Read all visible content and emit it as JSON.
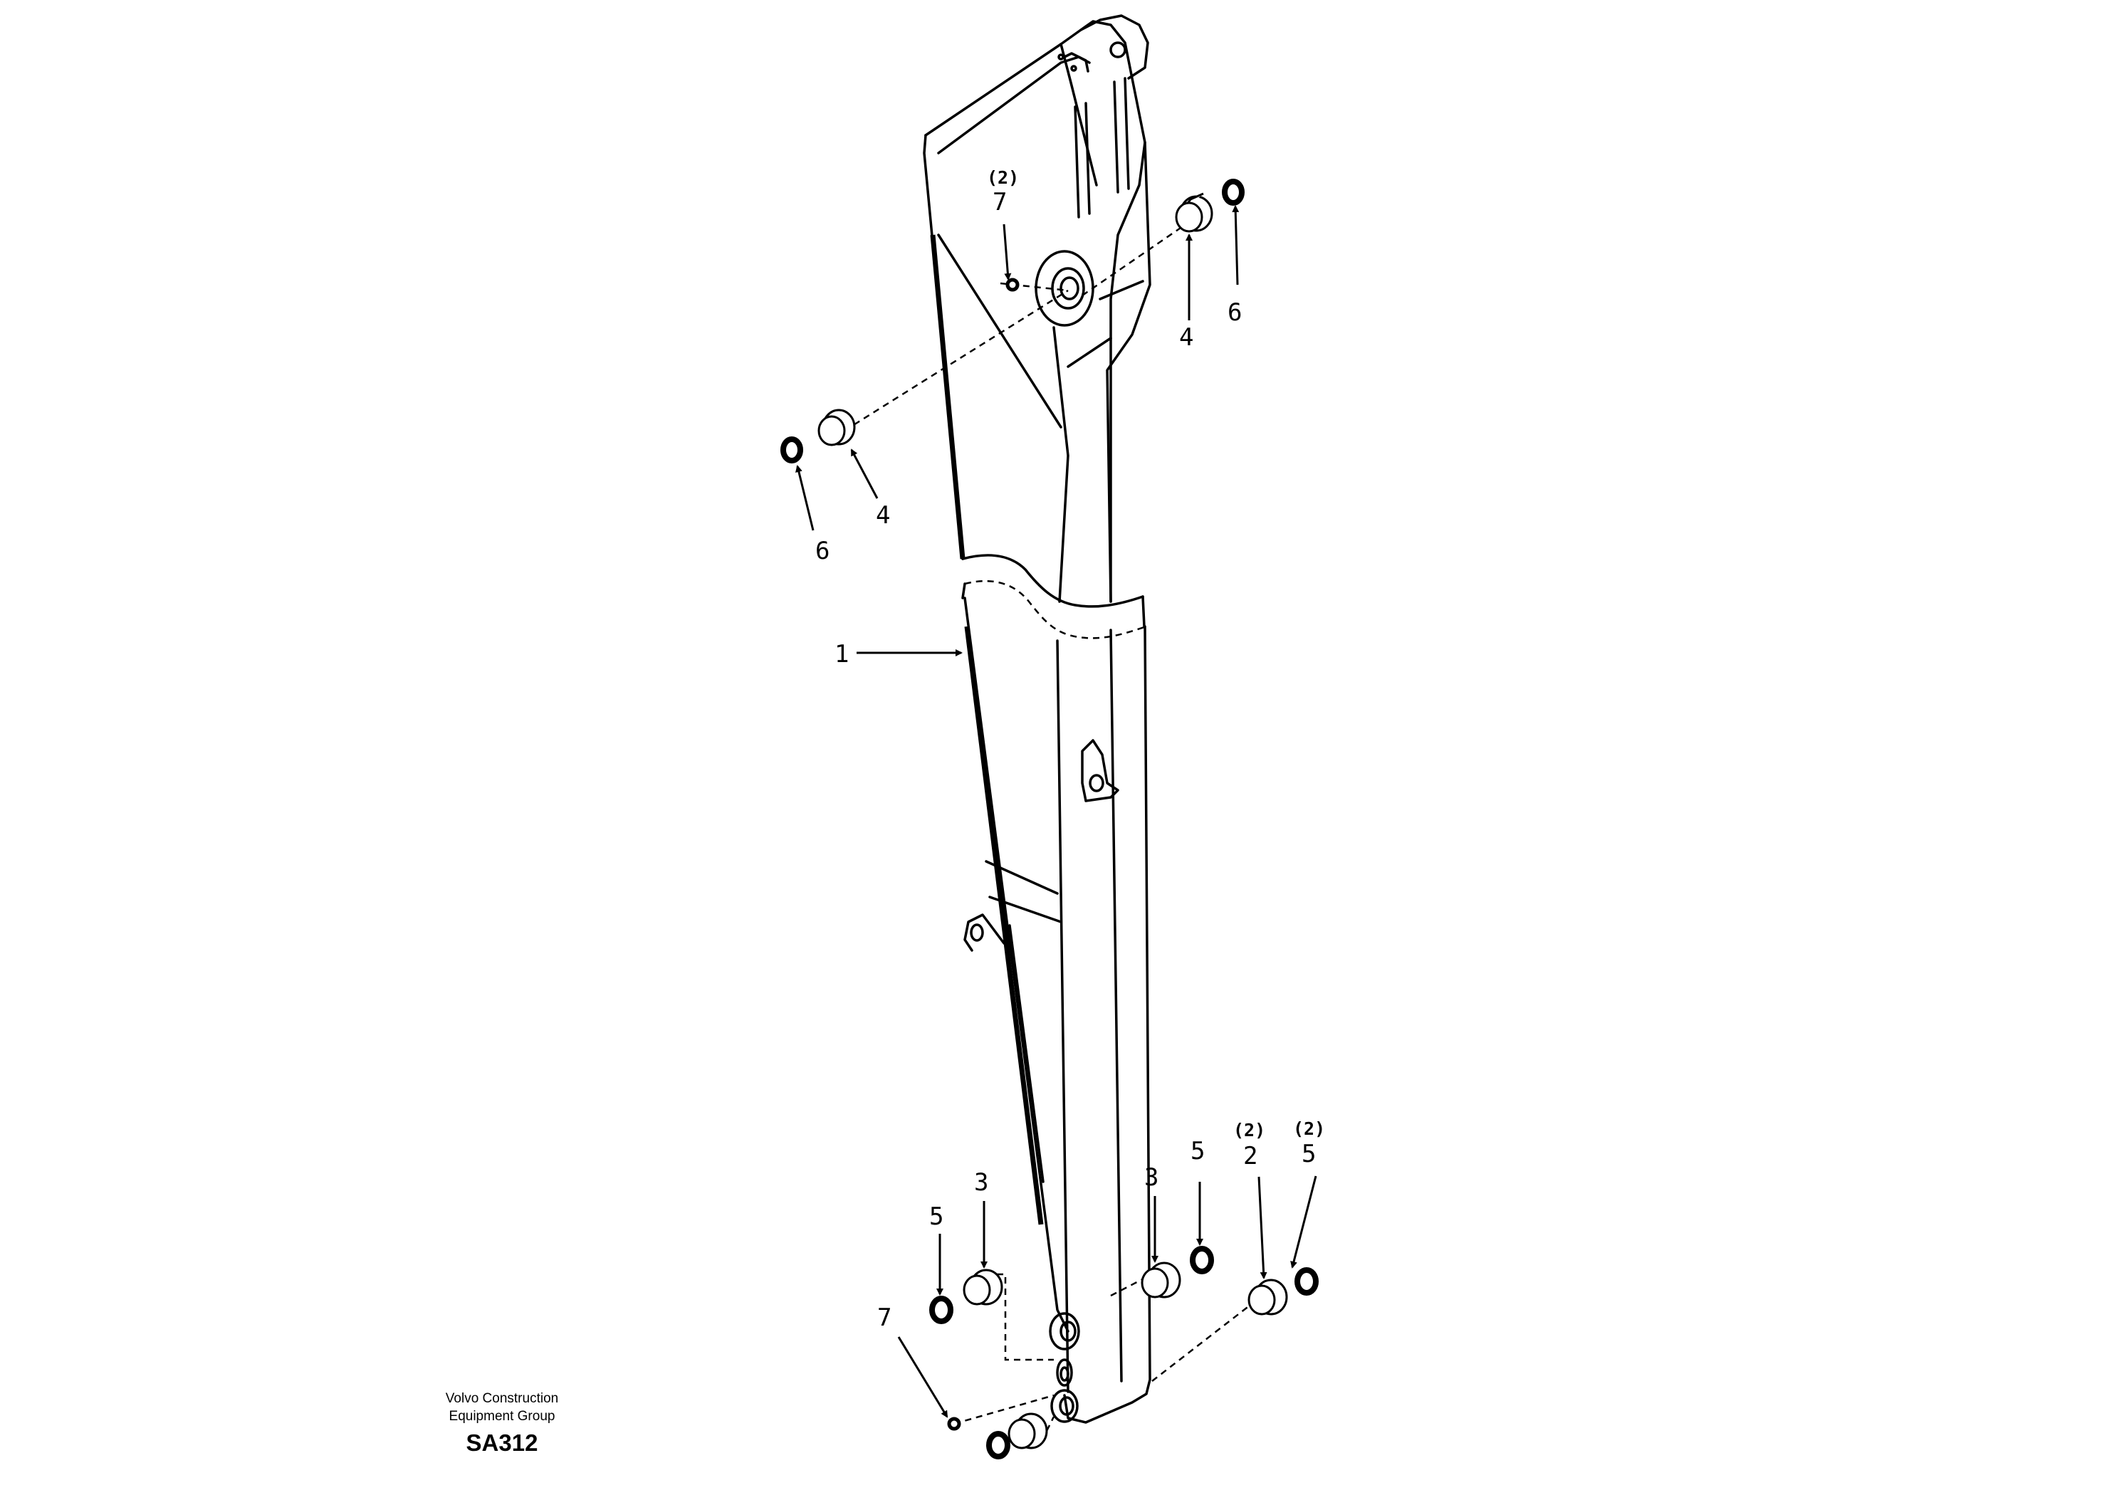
{
  "footer": {
    "company_line1": "Volvo Construction",
    "company_line2": "Equipment Group",
    "doc_number": "SA312"
  },
  "callouts": {
    "c7_top": {
      "qty": "(2)",
      "num": "7"
    },
    "c4_right": {
      "num": "4"
    },
    "c6_right": {
      "num": "6"
    },
    "c4_left": {
      "num": "4"
    },
    "c6_left": {
      "num": "6"
    },
    "c1": {
      "num": "1"
    },
    "c5_a": {
      "num": "5"
    },
    "c3_a": {
      "num": "3"
    },
    "c7_bottom": {
      "num": "7"
    },
    "c3_b": {
      "num": "3"
    },
    "c5_b": {
      "num": "5"
    },
    "c2": {
      "qty": "(2)",
      "num": "2"
    },
    "c5_c": {
      "qty": "(2)",
      "num": "5"
    }
  }
}
